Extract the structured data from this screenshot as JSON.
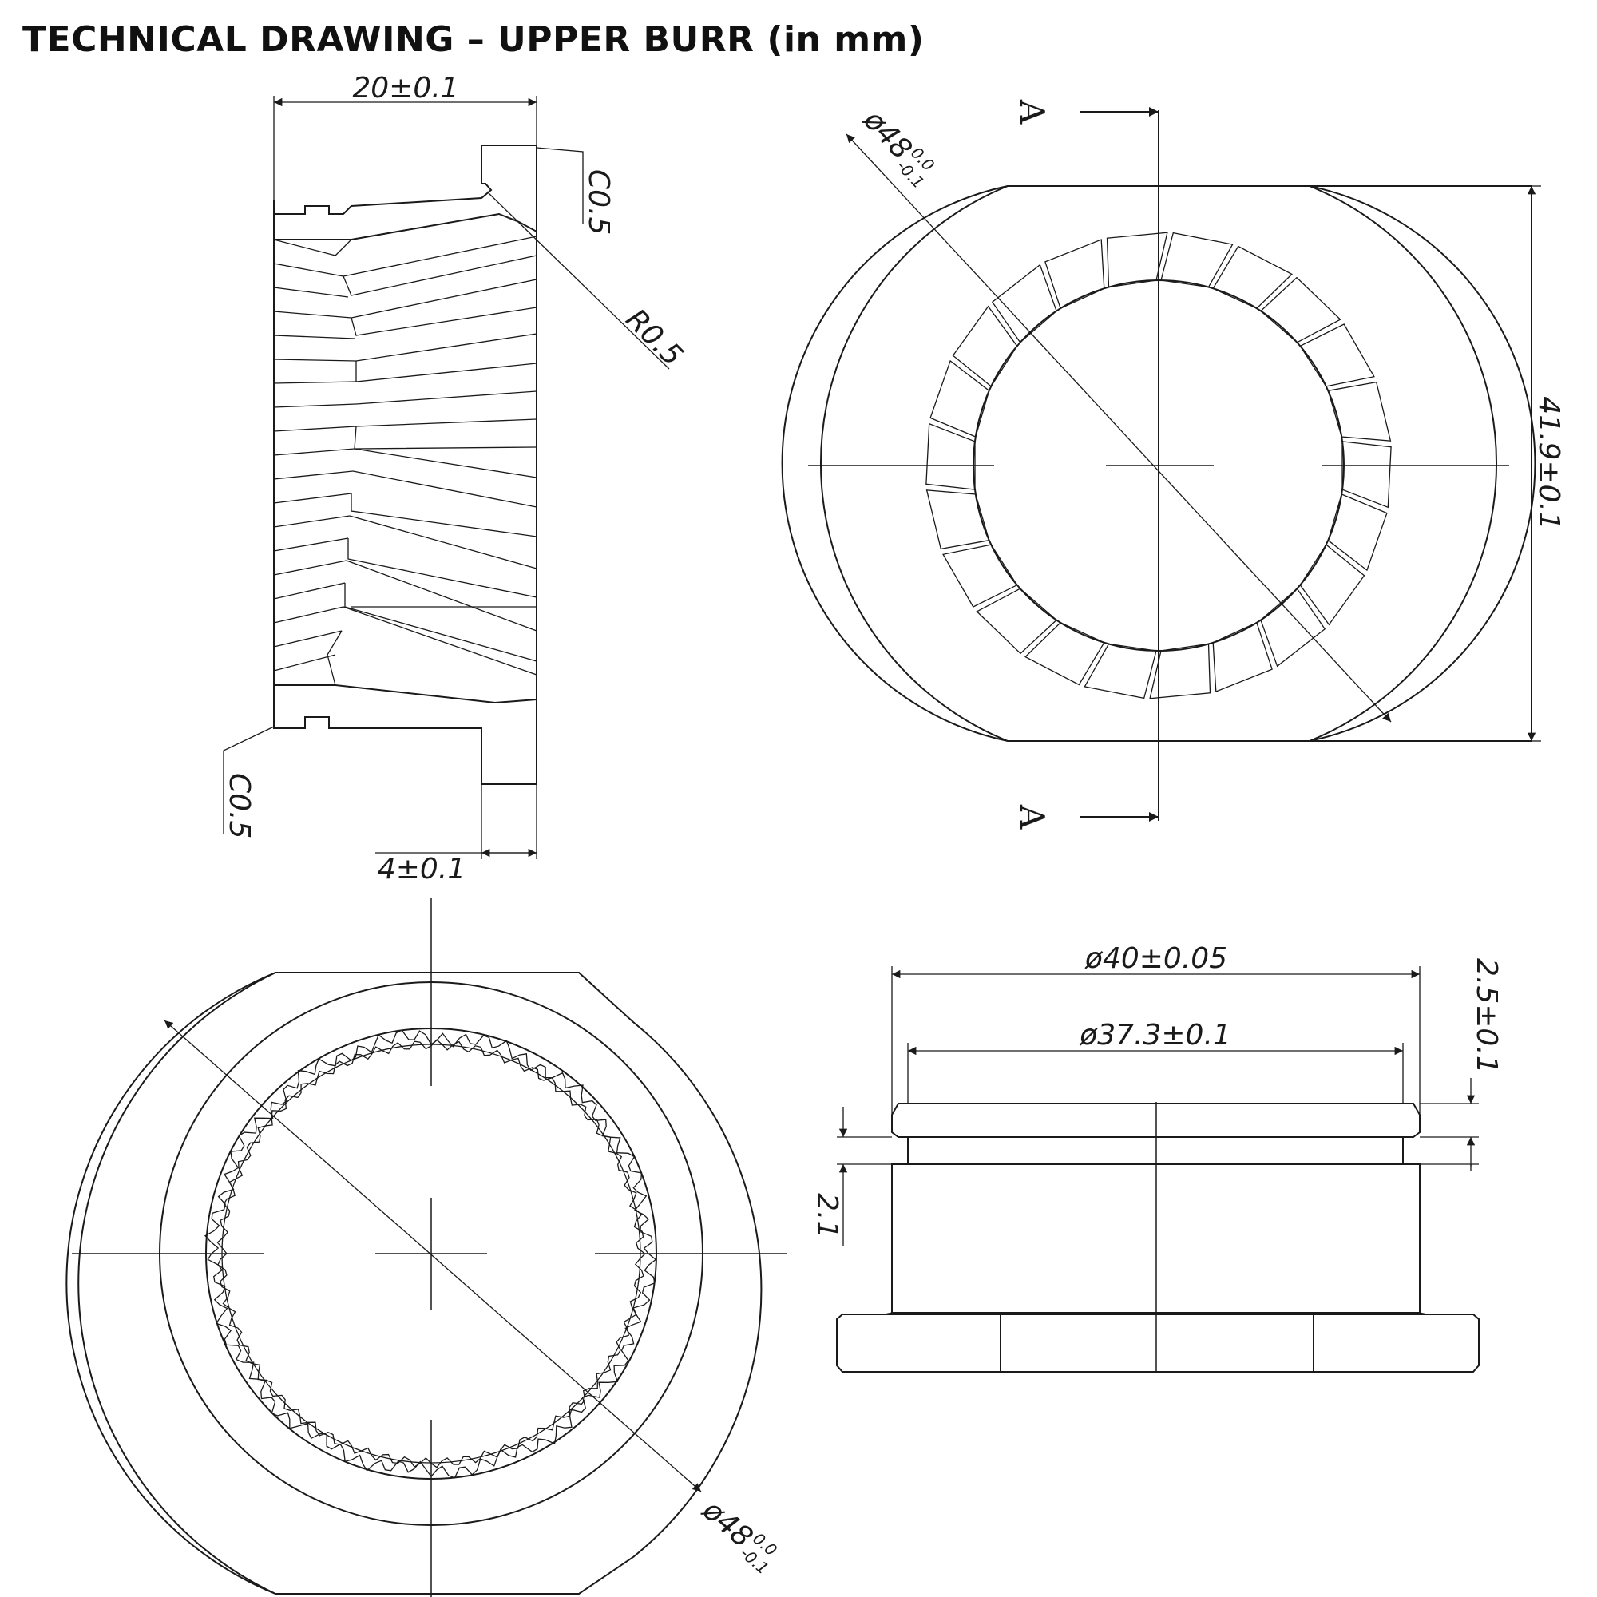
{
  "title": "TECHNICAL DRAWING – UPPER BURR (in mm)",
  "section": {
    "label_top": "A",
    "label_bottom": "A"
  },
  "side_view": {
    "overall_length": "20±0.1",
    "chamfer_top": "C0.5",
    "chamfer_bottom": "C0.5",
    "radius": "R0.5",
    "flange_thickness": "4±0.1"
  },
  "front_view": {
    "diameter_main": "ø48",
    "diameter_tol_upper": "0.0",
    "diameter_tol_lower": "-0.1",
    "flat_height": "41.9±0.1"
  },
  "rear_view": {
    "diameter_main": "ø48",
    "diameter_tol_upper": "0.0",
    "diameter_tol_lower": "-0.1"
  },
  "profile_view": {
    "diameter_outer": "ø40±0.05",
    "diameter_inner": "ø37.3±0.1",
    "step_height": "2.5±0.1",
    "groove_height": "2.1"
  }
}
